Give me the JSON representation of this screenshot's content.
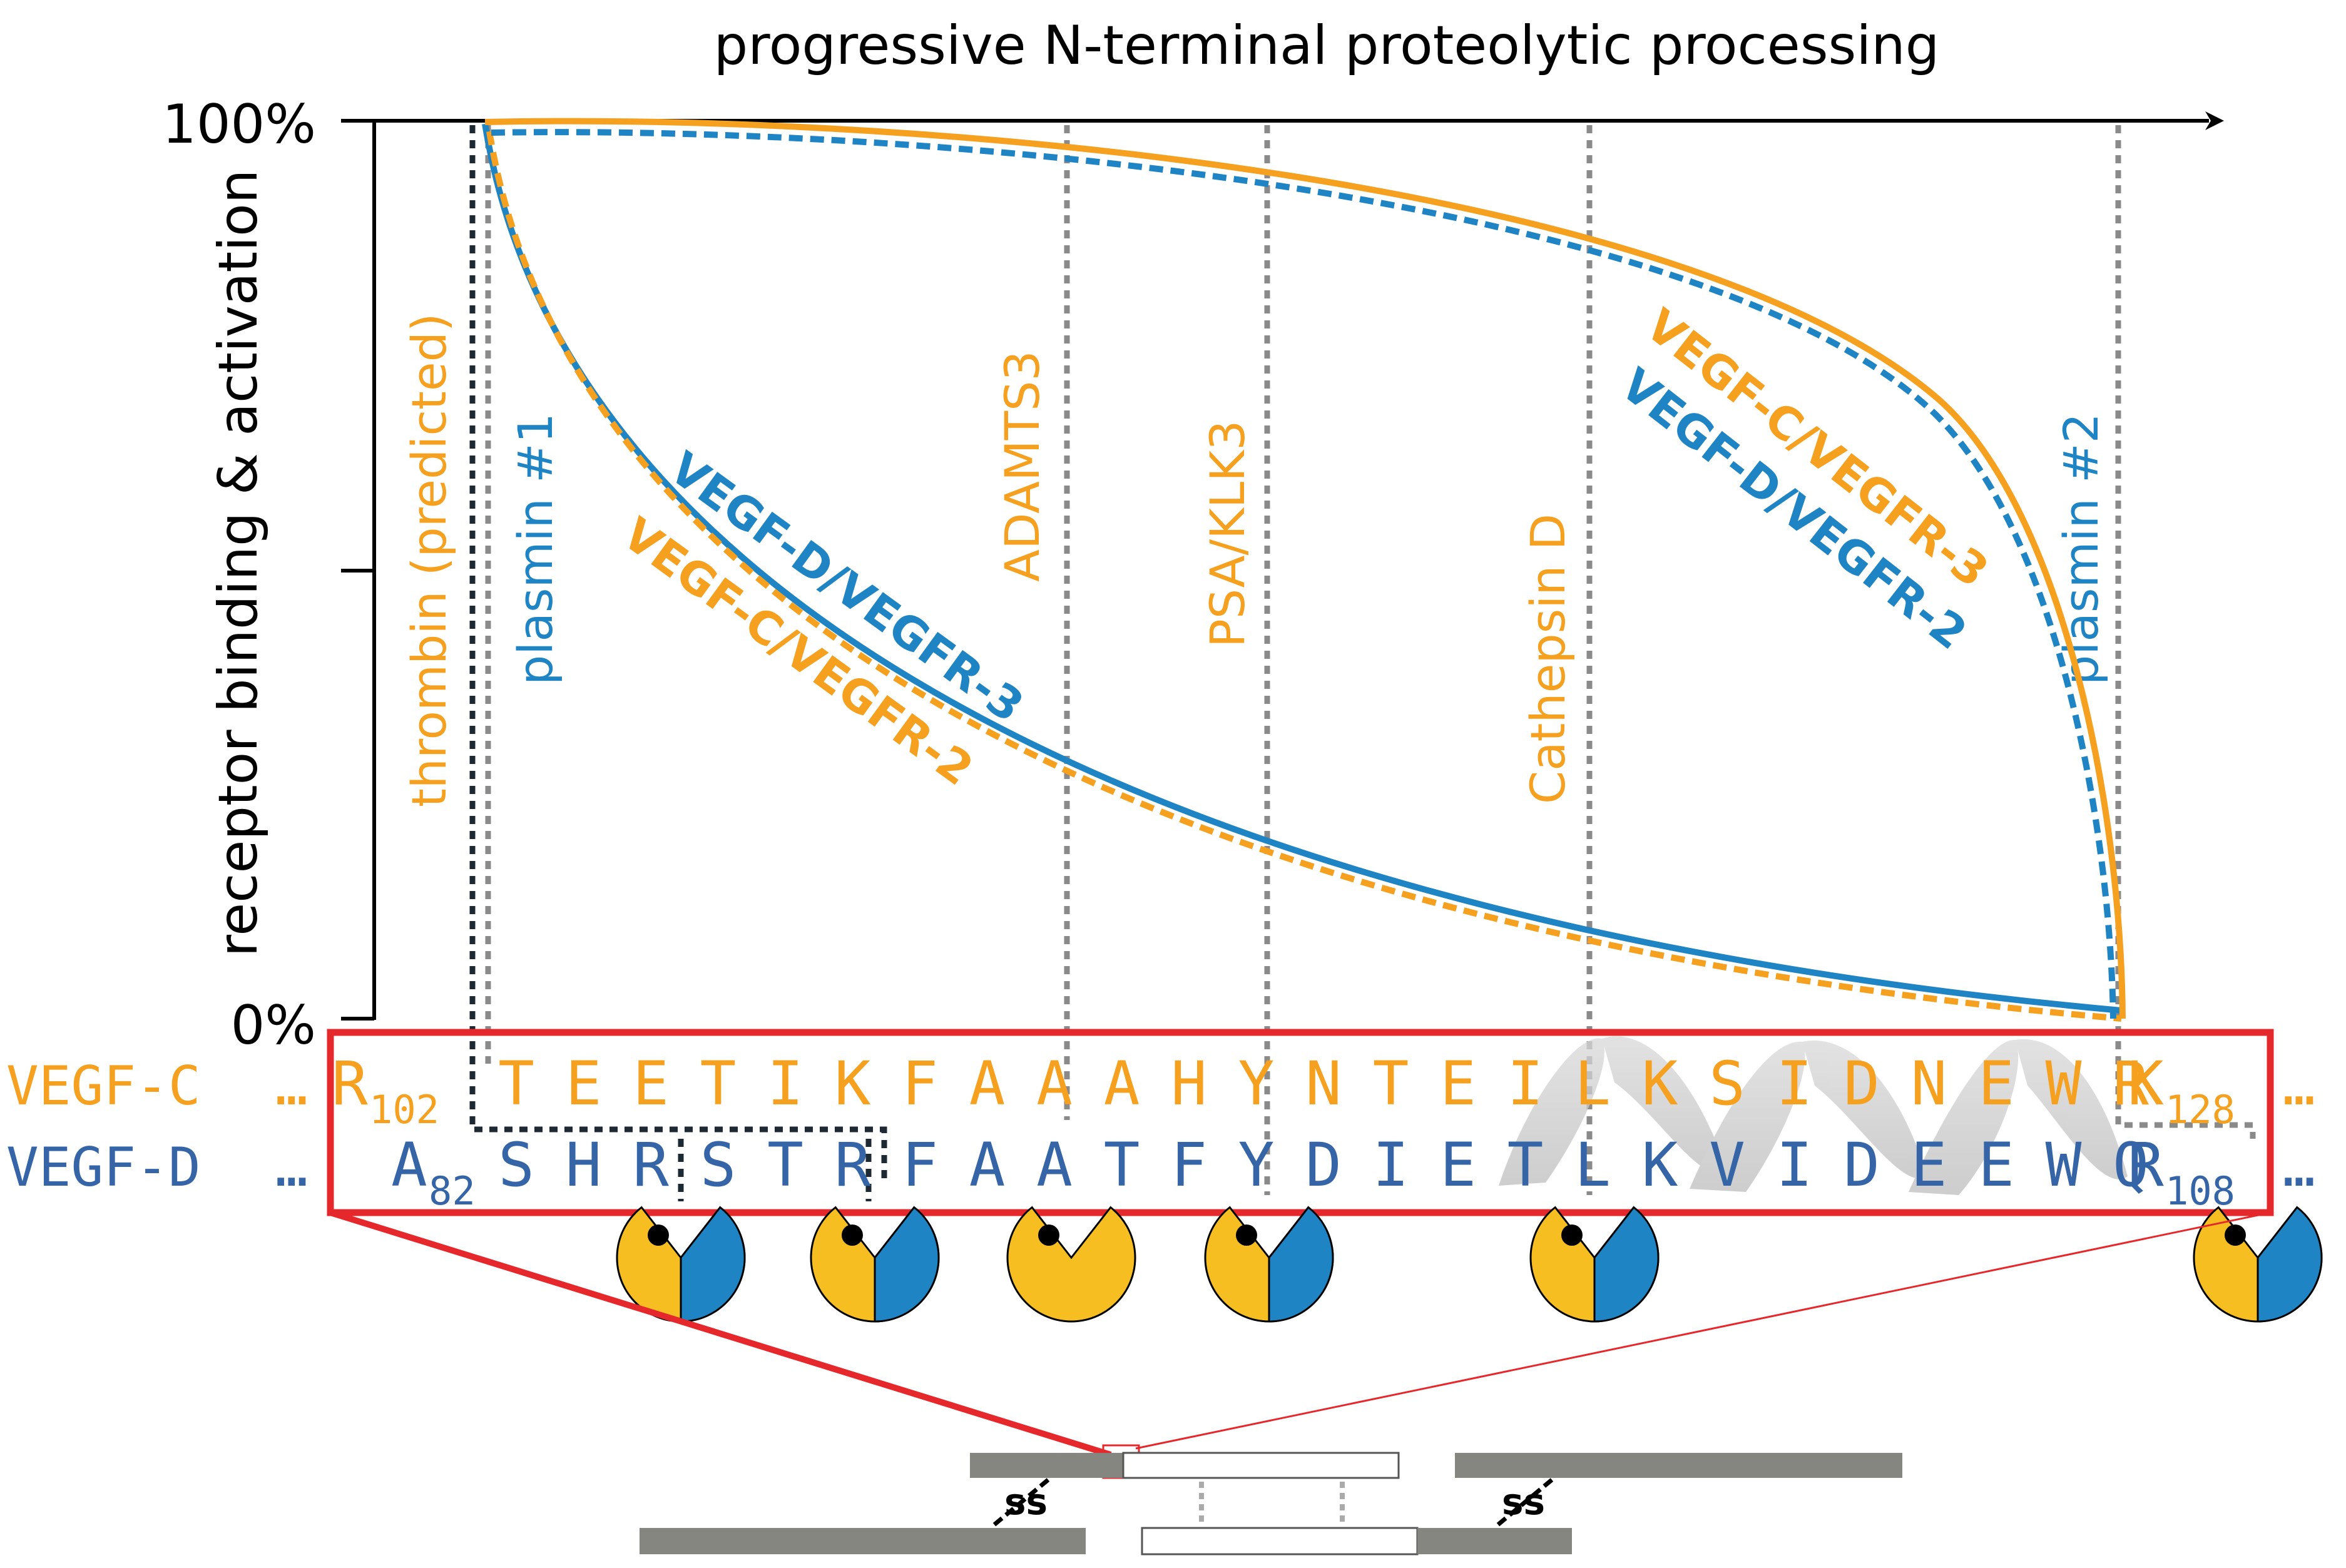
{
  "title": "progressive N-terminal proteolytic processing",
  "y_axis": {
    "label": "receptor binding & activation",
    "tick_top": "100%",
    "tick_bottom": "0%"
  },
  "colors": {
    "vegf_c": "#F5A01E",
    "vegf_d": "#1F84C4",
    "vegf_d_text": "#3565A6",
    "highlight_box": "#E5282B",
    "guide_line": "#8A8A8A",
    "thrombin_line": "#1D2A33",
    "pac_yellow": "#F7BE22",
    "domain_gray": "#858680"
  },
  "proteases": [
    {
      "label": "thrombin (predicted)",
      "color": "orange"
    },
    {
      "label": "plasmin #1",
      "color": "blue"
    },
    {
      "label": "ADAMTS3",
      "color": "orange"
    },
    {
      "label": "PSA/KLK3",
      "color": "orange"
    },
    {
      "label": "Cathepsin D",
      "color": "orange"
    },
    {
      "label": "plasmin #2",
      "color": "blue"
    }
  ],
  "curve_labels": {
    "falling_blue": "VEGF-D/VEGFR-3",
    "falling_orange": "VEGF-C/VEGFR-2",
    "rising_orange": "VEGF-C/VEGFR-3",
    "rising_blue": "VEGF-D/VEGFR-2"
  },
  "sequences": {
    "vegf_c": {
      "name": "VEGF-C",
      "ellipsis": "…",
      "first": "R",
      "first_sub": "102",
      "residues": [
        "T",
        "E",
        "E",
        "T",
        "I",
        "K",
        "F",
        "A",
        "A",
        "A",
        "H",
        "Y",
        "N",
        "T",
        "E",
        "I",
        "L",
        "K",
        "S",
        "I",
        "D",
        "N",
        "E",
        "W",
        "R"
      ],
      "last": "K",
      "last_sub": "128",
      "tail": "…"
    },
    "vegf_d": {
      "name": "VEGF-D",
      "ellipsis": "…",
      "first": "A",
      "first_sub": "82",
      "residues": [
        "S",
        "H",
        "R",
        "S",
        "T",
        "R",
        "F",
        "A",
        "A",
        "T",
        "F",
        "Y",
        "D",
        "I",
        "E",
        "T",
        "L",
        "K",
        "V",
        "I",
        "D",
        "E",
        "E",
        "W",
        "Q"
      ],
      "last": "R",
      "last_sub": "108",
      "tail": "…"
    }
  },
  "pacmen": [
    {
      "name": "pacman-plasmin-1",
      "split": true
    },
    {
      "name": "pacman-thrombin",
      "split": true
    },
    {
      "name": "pacman-adamts3",
      "split": false
    },
    {
      "name": "pacman-psa-klk3",
      "split": true
    },
    {
      "name": "pacman-cathepsin-d",
      "split": true
    },
    {
      "name": "pacman-plasmin-2",
      "split": true
    }
  ],
  "disulfide_label": "ss"
}
